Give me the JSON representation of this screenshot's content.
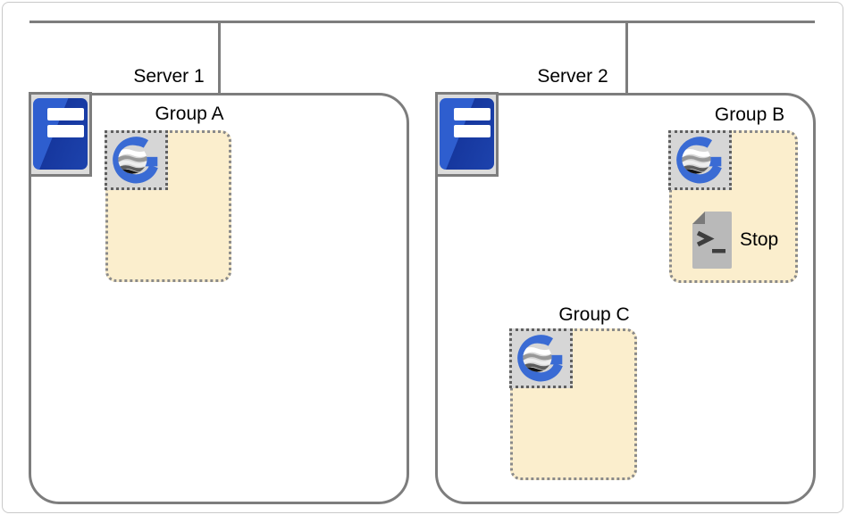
{
  "diagram": {
    "type": "server-deployment-diagram",
    "servers": [
      {
        "label": "Server 1",
        "groups": [
          {
            "label": "Group A",
            "items": []
          }
        ]
      },
      {
        "label": "Server 2",
        "groups": [
          {
            "label": "Group B",
            "items": [
              {
                "label": "Stop",
                "icon": "script-file-icon"
              }
            ]
          },
          {
            "label": "Group C",
            "items": []
          }
        ]
      }
    ]
  },
  "icons": {
    "server": "server-tower-icon",
    "group": "g-globe-logo-icon",
    "script": "script-file-icon"
  },
  "colors": {
    "connector_gray": "#7d7d7d",
    "frame_border": "#c9c9c9",
    "group_fill_beige": "#fbeecd",
    "group_border_dotted": "#8a8a8a",
    "icon_box_gray": "#d6d6d6",
    "server_tower_blue": "#1d43ad",
    "logo_blue": "#3a6bd4",
    "script_gray": "#b9b9b9",
    "label_text": "#000000"
  }
}
